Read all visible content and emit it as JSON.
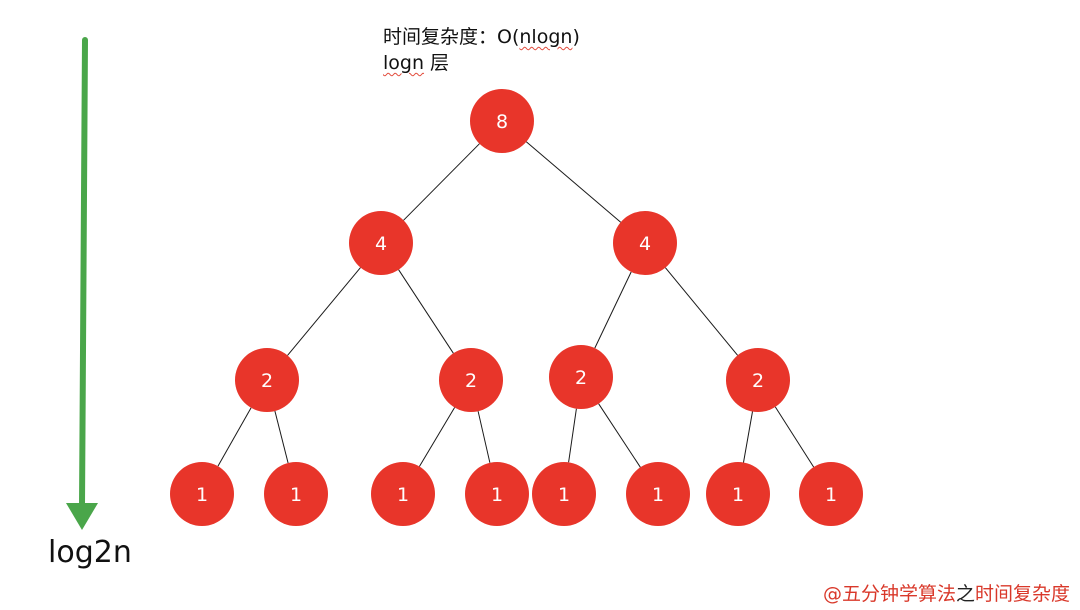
{
  "header": {
    "line1_prefix": "时间复杂度：O(",
    "line1_squiggle": "nlogn",
    "line1_suffix": ")",
    "line2_squiggle": "logn",
    "line2_suffix": " 层"
  },
  "axis": {
    "label": "log2n",
    "arrow_color": "#4aa64a"
  },
  "tree": {
    "node_color": "#e8352a",
    "levels": [
      [
        "8"
      ],
      [
        "4",
        "4"
      ],
      [
        "2",
        "2",
        "2",
        "2"
      ],
      [
        "1",
        "1",
        "1",
        "1",
        "1",
        "1",
        "1",
        "1"
      ]
    ]
  },
  "watermark": {
    "part1": "@五分钟学算法",
    "part2": "之",
    "part3": "时间复杂度"
  }
}
